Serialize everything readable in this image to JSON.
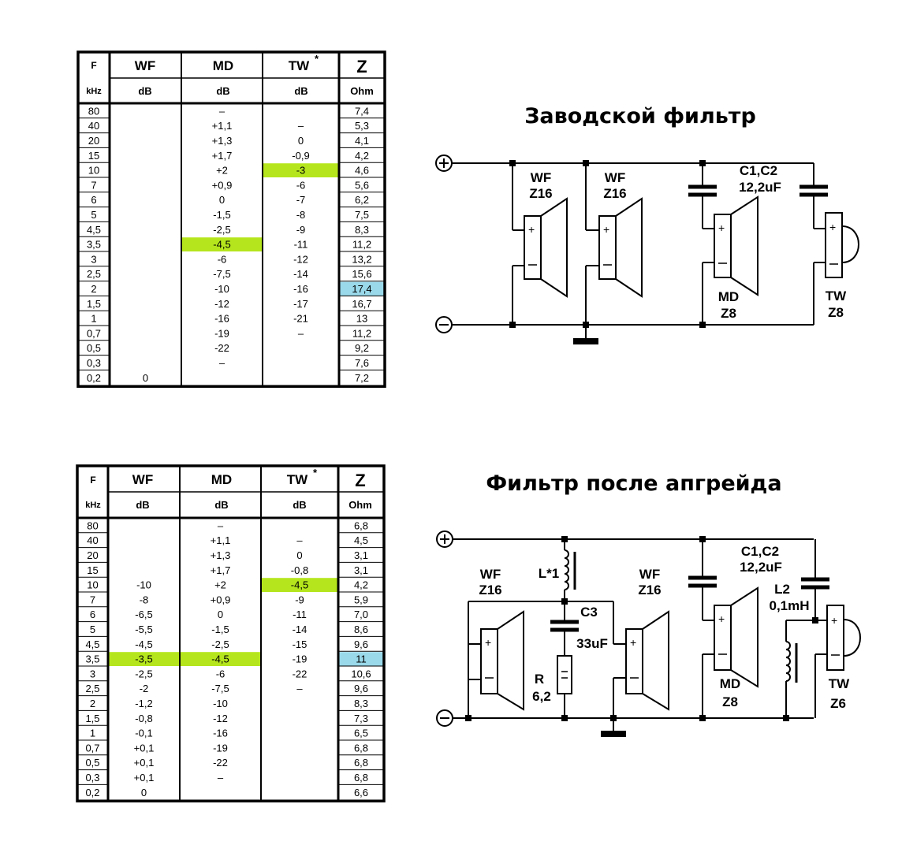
{
  "tables": [
    {
      "headers": {
        "f": "F",
        "f_unit": "kHz",
        "wf": "WF",
        "wf_unit": "dB",
        "md": "MD",
        "md_unit": "dB",
        "tw": "TW",
        "tw_star": "*",
        "tw_unit": "dB",
        "z": "Z",
        "z_unit": "Ohm"
      },
      "rows": [
        [
          "80",
          "",
          "–",
          "",
          "7,4"
        ],
        [
          "40",
          "",
          "+1,1",
          "–",
          "5,3"
        ],
        [
          "20",
          "",
          "+1,3",
          "0",
          "4,1"
        ],
        [
          "15",
          "",
          "+1,7",
          "-0,9",
          "4,2"
        ],
        [
          "10",
          "",
          "+2",
          "-3",
          "4,6"
        ],
        [
          "7",
          "",
          "+0,9",
          "-6",
          "5,6"
        ],
        [
          "6",
          "",
          "0",
          "-7",
          "6,2"
        ],
        [
          "5",
          "",
          "-1,5",
          "-8",
          "7,5"
        ],
        [
          "4,5",
          "",
          "-2,5",
          "-9",
          "8,3"
        ],
        [
          "3,5",
          "",
          "-4,5",
          "-11",
          "11,2"
        ],
        [
          "3",
          "",
          "-6",
          "-12",
          "13,2"
        ],
        [
          "2,5",
          "",
          "-7,5",
          "-14",
          "15,6"
        ],
        [
          "2",
          "",
          "-10",
          "-16",
          "17,4"
        ],
        [
          "1,5",
          "",
          "-12",
          "-17",
          "16,7"
        ],
        [
          "1",
          "",
          "-16",
          "-21",
          "13"
        ],
        [
          "0,7",
          "",
          "-19",
          "–",
          "11,2"
        ],
        [
          "0,5",
          "",
          "-22",
          "",
          "9,2"
        ],
        [
          "0,3",
          "",
          "–",
          "",
          "7,6"
        ],
        [
          "0,2",
          "0",
          "",
          "",
          "7,2"
        ]
      ],
      "highlights": [
        {
          "row": 4,
          "col": 3,
          "color": "#b5e61d"
        },
        {
          "row": 9,
          "col": 2,
          "color": "#b5e61d"
        },
        {
          "row": 12,
          "col": 4,
          "color": "#99d9ea"
        }
      ]
    },
    {
      "headers": {
        "f": "F",
        "f_unit": "kHz",
        "wf": "WF",
        "wf_unit": "dB",
        "md": "MD",
        "md_unit": "dB",
        "tw": "TW",
        "tw_star": "*",
        "tw_unit": "dB",
        "z": "Z",
        "z_unit": "Ohm"
      },
      "rows": [
        [
          "80",
          "",
          "–",
          "",
          "6,8"
        ],
        [
          "40",
          "",
          "+1,1",
          "–",
          "4,5"
        ],
        [
          "20",
          "",
          "+1,3",
          "0",
          "3,1"
        ],
        [
          "15",
          "",
          "+1,7",
          "-0,8",
          "3,1"
        ],
        [
          "10",
          "-10",
          "+2",
          "-4,5",
          "4,2"
        ],
        [
          "7",
          "-8",
          "+0,9",
          "-9",
          "5,9"
        ],
        [
          "6",
          "-6,5",
          "0",
          "-11",
          "7,0"
        ],
        [
          "5",
          "-5,5",
          "-1,5",
          "-14",
          "8,6"
        ],
        [
          "4,5",
          "-4,5",
          "-2,5",
          "-15",
          "9,6"
        ],
        [
          "3,5",
          "-3,5",
          "-4,5",
          "-19",
          "11"
        ],
        [
          "3",
          "-2,5",
          "-6",
          "-22",
          "10,6"
        ],
        [
          "2,5",
          "-2",
          "-7,5",
          "–",
          "9,6"
        ],
        [
          "2",
          "-1,2",
          "-10",
          "",
          "8,3"
        ],
        [
          "1,5",
          "-0,8",
          "-12",
          "",
          "7,3"
        ],
        [
          "1",
          "-0,1",
          "-16",
          "",
          "6,5"
        ],
        [
          "0,7",
          "+0,1",
          "-19",
          "",
          "6,8"
        ],
        [
          "0,5",
          "+0,1",
          "-22",
          "",
          "6,8"
        ],
        [
          "0,3",
          "+0,1",
          "–",
          "",
          "6,8"
        ],
        [
          "0,2",
          "0",
          "",
          "",
          "6,6"
        ]
      ],
      "highlights": [
        {
          "row": 4,
          "col": 3,
          "color": "#b5e61d"
        },
        {
          "row": 9,
          "col": 1,
          "color": "#b5e61d"
        },
        {
          "row": 9,
          "col": 2,
          "color": "#b5e61d"
        },
        {
          "row": 9,
          "col": 4,
          "color": "#99d9ea"
        }
      ]
    }
  ],
  "diagram1": {
    "title": "Заводской фильтр",
    "plus": "+",
    "minus": "−",
    "wf1": [
      "WF",
      "Z16"
    ],
    "wf2": [
      "WF",
      "Z16"
    ],
    "caps": [
      "C1,C2",
      "12,2uF"
    ],
    "md": [
      "MD",
      "Z8"
    ],
    "tw": [
      "TW",
      "Z8"
    ]
  },
  "diagram2": {
    "title": "Фильтр после апгрейда",
    "plus": "+",
    "minus": "−",
    "wf1": [
      "WF",
      "Z16"
    ],
    "l1": "L*1",
    "c3": [
      "C3",
      "33uF"
    ],
    "r": [
      "R",
      "6,2"
    ],
    "wf2": [
      "WF",
      "Z16"
    ],
    "caps": [
      "C1,C2",
      "12,2uF"
    ],
    "l2": [
      "L2",
      "0,1mH"
    ],
    "md": [
      "MD",
      "Z8"
    ],
    "tw": [
      "TW",
      "Z6"
    ]
  }
}
